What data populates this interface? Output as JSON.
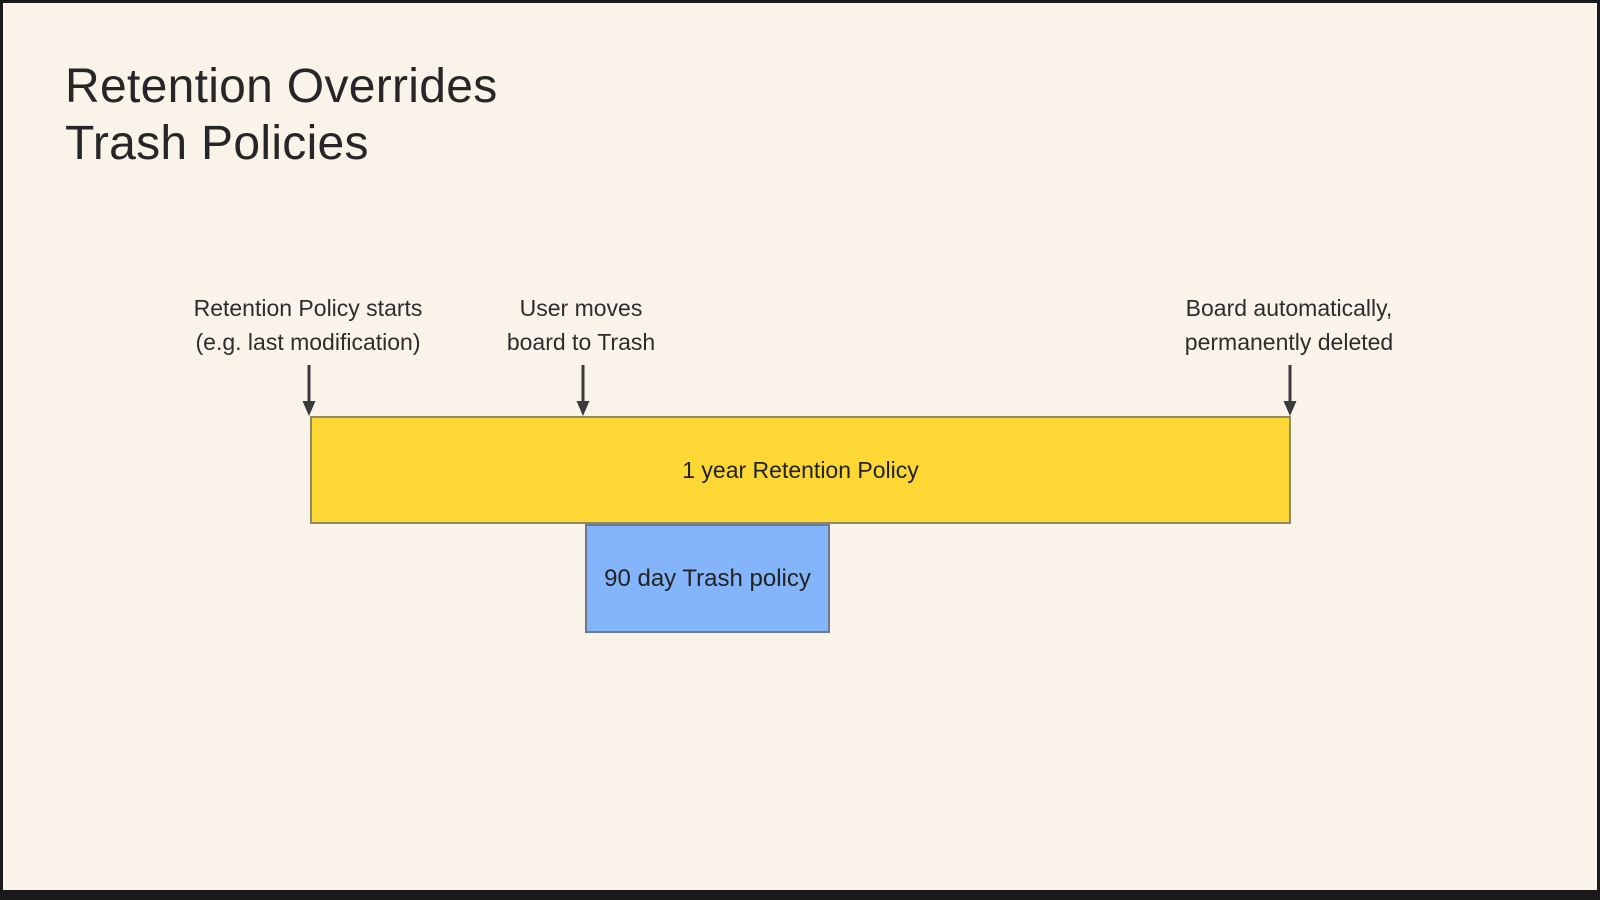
{
  "title": "Retention Overrides\nTrash Policies",
  "annotations": [
    {
      "id": "retention-start",
      "line1": "Retention Policy starts",
      "line2": "(e.g. last modification)"
    },
    {
      "id": "move-to-trash",
      "line1": "User moves",
      "line2": "board to Trash"
    },
    {
      "id": "auto-delete",
      "line1": "Board automatically,",
      "line2": "permanently deleted"
    }
  ],
  "bars": {
    "retention": {
      "label": "1 year Retention Policy"
    },
    "trash": {
      "label": "90 day Trash policy"
    }
  },
  "colors": {
    "bg": "#F9F3E9",
    "frame": "#1A1A1A",
    "title-color": "#262626",
    "body-color": "#2D2D2D",
    "arrow-color": "#3A3A3A",
    "retention-fill": "#FDD835",
    "retention-border": "#8F8A66",
    "trash-fill": "#84B5FB",
    "trash-border": "#6C7A8F"
  }
}
